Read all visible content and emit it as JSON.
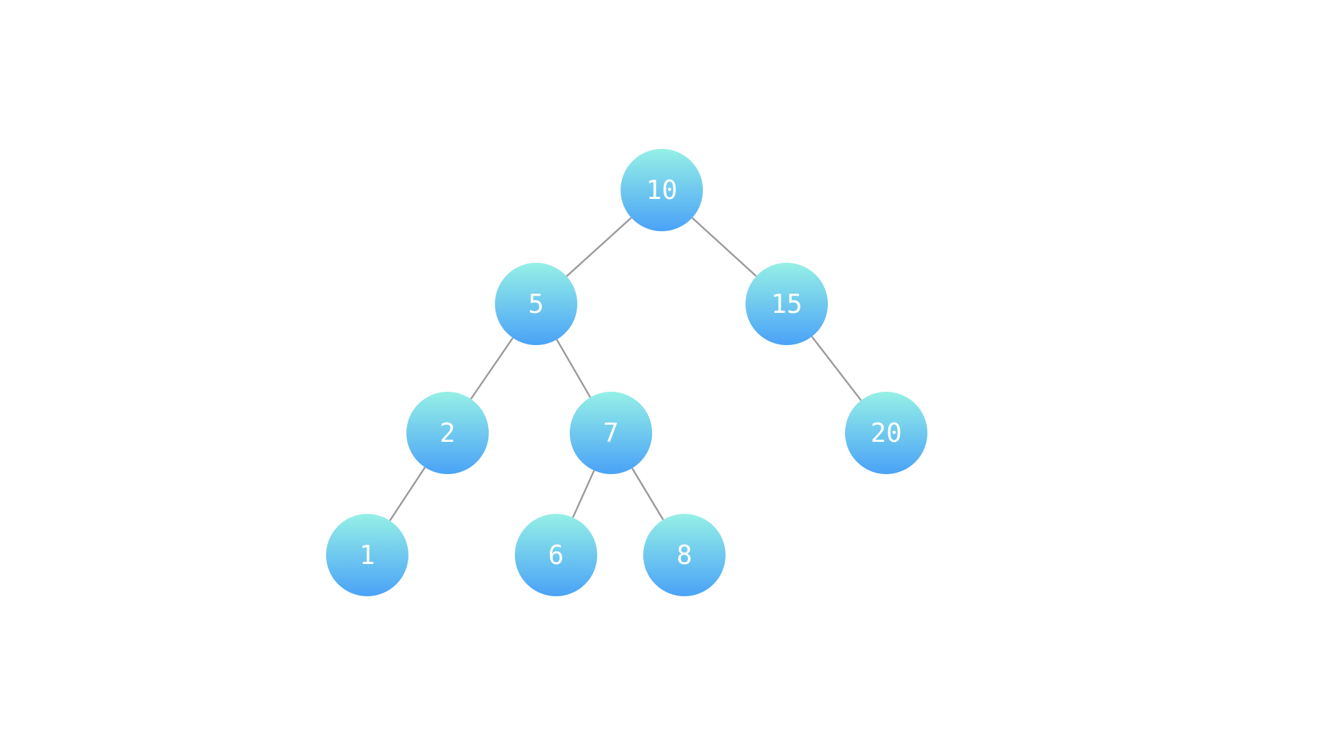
{
  "tree": {
    "nodes": [
      {
        "id": "n10",
        "label": "10"
      },
      {
        "id": "n5",
        "label": "5"
      },
      {
        "id": "n15",
        "label": "15"
      },
      {
        "id": "n2",
        "label": "2"
      },
      {
        "id": "n7",
        "label": "7"
      },
      {
        "id": "n20",
        "label": "20"
      },
      {
        "id": "n1",
        "label": "1"
      },
      {
        "id": "n6",
        "label": "6"
      },
      {
        "id": "n8",
        "label": "8"
      }
    ],
    "edges": [
      {
        "from": "n10",
        "to": "n5"
      },
      {
        "from": "n10",
        "to": "n15"
      },
      {
        "from": "n5",
        "to": "n2"
      },
      {
        "from": "n5",
        "to": "n7"
      },
      {
        "from": "n15",
        "to": "n20"
      },
      {
        "from": "n2",
        "to": "n1"
      },
      {
        "from": "n7",
        "to": "n6"
      },
      {
        "from": "n7",
        "to": "n8"
      }
    ]
  },
  "colors": {
    "node_top": "#95f0e6",
    "node_bottom": "#4aa2f7",
    "edge": "#9a9a9a",
    "label": "#ffffff"
  }
}
